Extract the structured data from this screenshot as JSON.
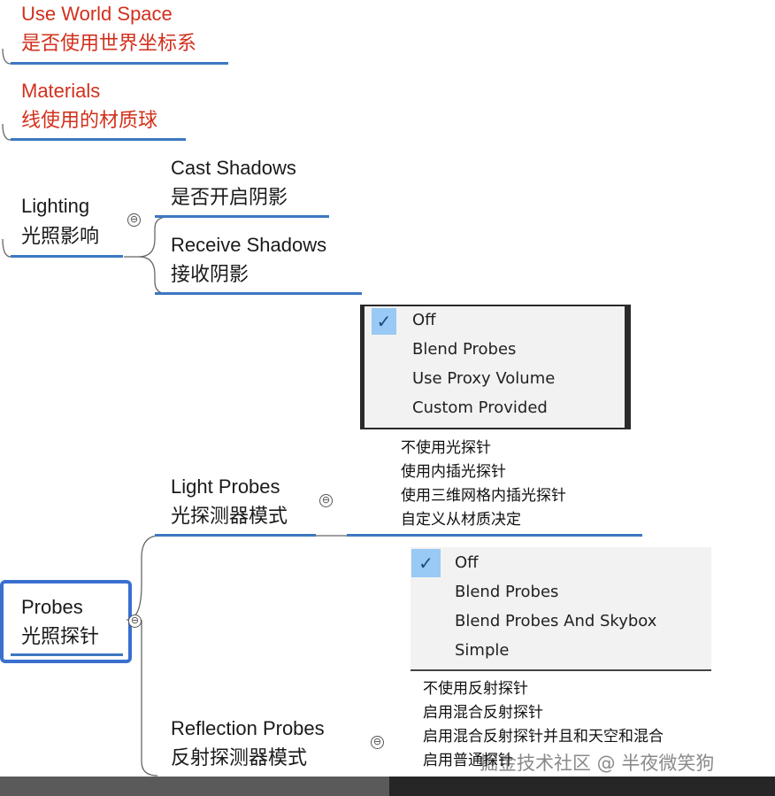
{
  "nodes": {
    "use_world_space": {
      "en": "Use World Space",
      "cn": "是否使用世界坐标系"
    },
    "materials": {
      "en": "Materials",
      "cn": "线使用的材质球"
    },
    "lighting": {
      "en": "Lighting",
      "cn": "光照影响"
    },
    "cast_shadows": {
      "en": "Cast Shadows",
      "cn": "是否开启阴影"
    },
    "receive_shadows": {
      "en": "Receive Shadows",
      "cn": "接收阴影"
    },
    "probes": {
      "en": "Probes",
      "cn": "光照探针"
    },
    "light_probes": {
      "en": "Light Probes",
      "cn": "光探测器模式"
    },
    "reflection_probes": {
      "en": "Reflection Probes",
      "cn": "反射探测器模式"
    }
  },
  "light_probes_menu": {
    "items": [
      "Off",
      "Blend Probes",
      "Use Proxy Volume",
      "Custom Provided"
    ],
    "selected": "Off"
  },
  "light_probes_notes": [
    "不使用光探针",
    "使用内插光探针",
    "使用三维网格内插光探针",
    "自定义从材质决定"
  ],
  "reflection_probes_menu": {
    "items": [
      "Off",
      "Blend Probes",
      "Blend Probes And Skybox",
      "Simple"
    ],
    "selected": "Off"
  },
  "reflection_probes_notes": [
    "不使用反射探针",
    "启用混合反射探针",
    "启用混合反射探针并且和天空和混合",
    "启用普通探针"
  ],
  "collapse_glyph": "⊖",
  "check_glyph": "✓",
  "watermark": "掘金技术社区 @ 半夜微笑狗",
  "colors": {
    "red_text": "#d2301c",
    "branch_line": "#3d78c1",
    "selection": "#3a6fcf",
    "check_bg": "#99c9f5"
  }
}
